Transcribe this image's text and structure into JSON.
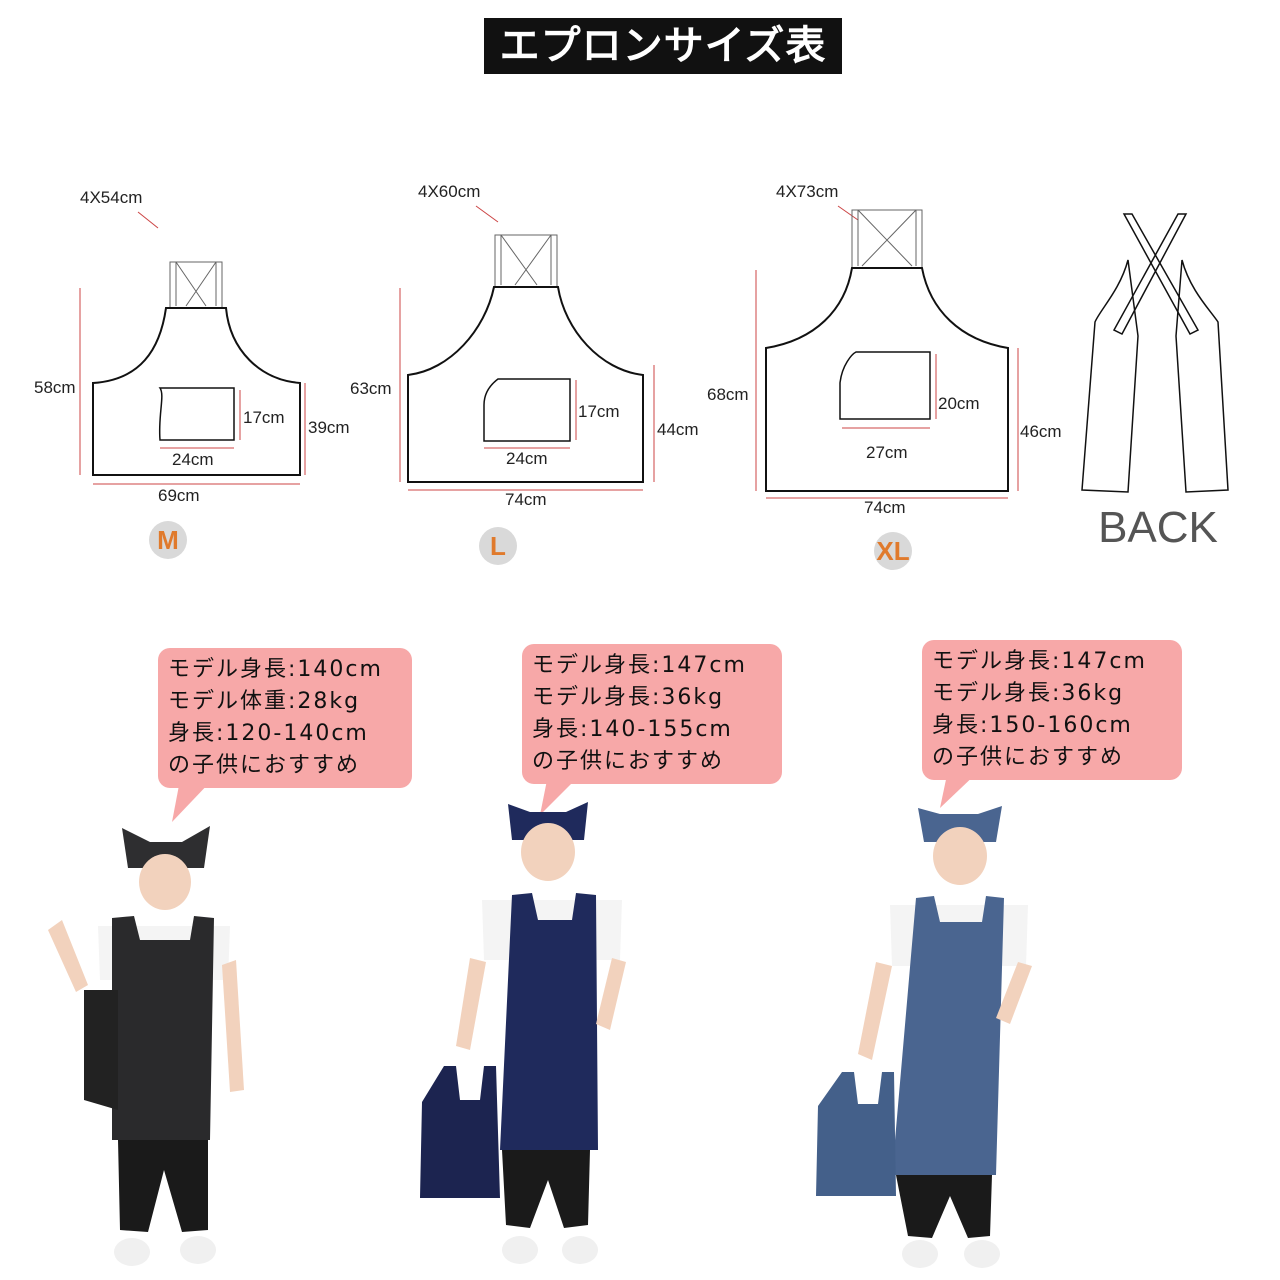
{
  "title": "エプロンサイズ表",
  "sizes": [
    {
      "label": "M",
      "strap": "4X54cm",
      "height": "58cm",
      "lower": "39cm",
      "pocket_h": "17cm",
      "pocket_w": "24cm",
      "width": "69cm"
    },
    {
      "label": "L",
      "strap": "4X60cm",
      "height": "63cm",
      "lower": "44cm",
      "pocket_h": "17cm",
      "pocket_w": "24cm",
      "width": "74cm"
    },
    {
      "label": "XL",
      "strap": "4X73cm",
      "height": "68cm",
      "lower": "46cm",
      "pocket_h": "20cm",
      "pocket_w": "27cm",
      "width": "74cm"
    }
  ],
  "back_label": "BACK",
  "bubbles": [
    {
      "lines": [
        "モデル身長:140cm",
        "モデル体重:28kg",
        "身長:120-140cm",
        "の子供におすすめ"
      ]
    },
    {
      "lines": [
        "モデル身長:147cm",
        "モデル身長:36kg",
        "身長:140-155cm",
        "の子供におすすめ"
      ]
    },
    {
      "lines": [
        "モデル身長:147cm",
        "モデル身長:36kg",
        "身長:150-160cm",
        "の子供におすすめ"
      ]
    }
  ],
  "colors": {
    "bubble": "#f7a8a8",
    "apron_black": "#2a2a2c",
    "apron_navy": "#1f2a5c",
    "apron_denim": "#4a6590",
    "accent": "#e07a2c"
  }
}
